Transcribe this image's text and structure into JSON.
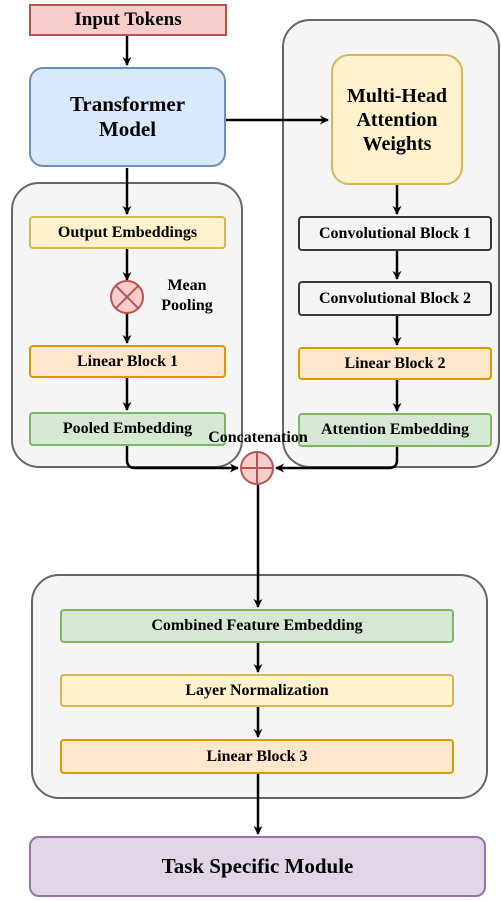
{
  "nodes": {
    "input_tokens": "Input Tokens",
    "transformer_model": "Transformer\nModel",
    "attention_weights": "Multi-Head\nAttention\nWeights",
    "output_embeddings": "Output Embeddings",
    "mean_pooling": "Mean\nPooling",
    "linear_block_1": "Linear Block 1",
    "pooled_embedding": "Pooled Embedding",
    "conv_block_1": "Convolutional Block 1",
    "conv_block_2": "Convolutional Block 2",
    "linear_block_2": "Linear Block 2",
    "attention_embedding": "Attention Embedding",
    "concatenation": "Concatenation",
    "combined_feature_embedding": "Combined Feature Embedding",
    "layer_normalization": "Layer Normalization",
    "linear_block_3": "Linear Block 3",
    "task_specific_module": "Task Specific Module"
  },
  "operators": {
    "mean_pooling_symbol": "multiply-circle",
    "concatenation_symbol": "plus-circle"
  },
  "colors": {
    "red_fill": "#f8cecc",
    "red_stroke": "#b85450",
    "blue_fill": "#dae8fc",
    "blue_stroke": "#6c8ebf",
    "yellow_fill": "#fff2cc",
    "yellow_stroke": "#d6b656",
    "orange_fill": "#ffe6cc",
    "orange_stroke": "#d79b00",
    "green_fill": "#d5e8d4",
    "green_stroke": "#82b366",
    "purple_fill": "#e1d5e7",
    "purple_stroke": "#9673a6",
    "group_fill": "#f5f5f5",
    "group_stroke": "#666666"
  }
}
